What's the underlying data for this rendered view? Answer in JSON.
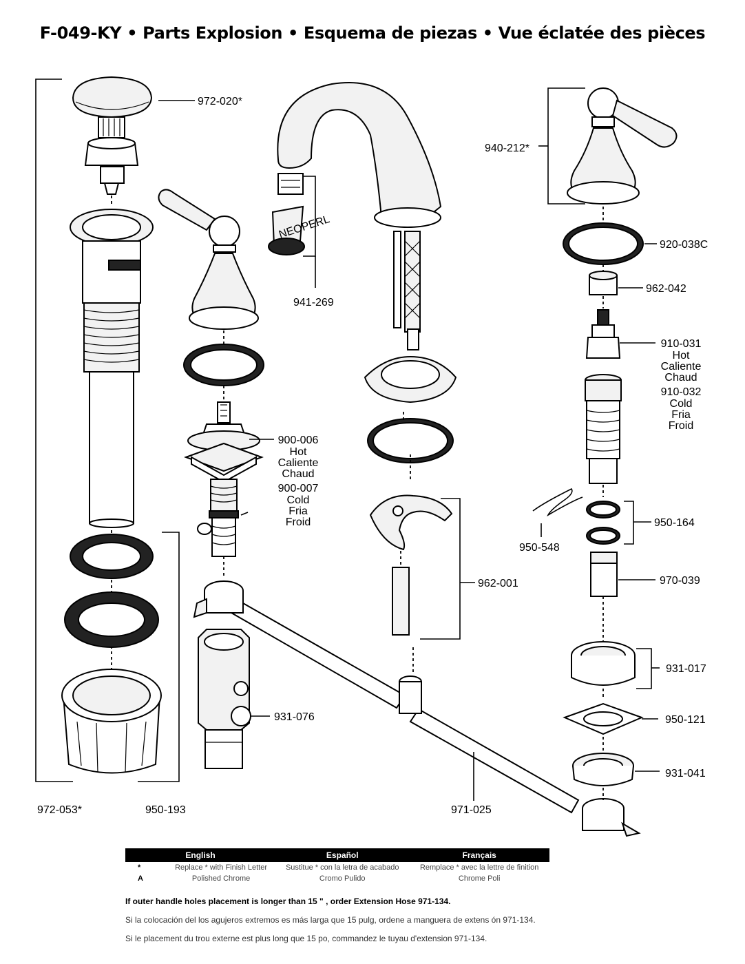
{
  "title": "F-049-KY • Parts Explosion • Esquema de piezas • Vue éclatée des pièces",
  "parts": {
    "p972_020": "972-020*",
    "p941_269": "941-269",
    "p940_212": "940-212*",
    "p920_038c": "920-038C",
    "p962_042": "962-042",
    "p910_031": "910-031",
    "hot": "Hot",
    "caliente": "Caliente",
    "chaud": "Chaud",
    "p910_032": "910-032",
    "cold": "Cold",
    "fria": "Fria",
    "froid": "Froid",
    "p900_006": "900-006",
    "p900_007": "900-007",
    "p950_164": "950-164",
    "p950_548": "950-548",
    "p962_001": "962-001",
    "p970_039": "970-039",
    "p931_017": "931-017",
    "p931_076": "931-076",
    "p950_121": "950-121",
    "p931_041": "931-041",
    "p972_053": "972-053*",
    "p950_193": "950-193",
    "p971_025": "971-025",
    "neoperl": "NEOPERL"
  },
  "legend": {
    "headers": [
      "English",
      "Español",
      "Français"
    ],
    "rows": [
      {
        "symbol": "*",
        "en": "Replace * with Finish Letter",
        "es": "Sustitue * con la letra de acabado",
        "fr": "Remplace * avec la lettre de finition"
      },
      {
        "symbol": "A",
        "en": "Polished Chrome",
        "es": "Cromo Pulido",
        "fr": "Chrome Poli"
      }
    ]
  },
  "notes": {
    "en": "If outer handle holes placement is longer than 15 \" , order Extension Hose  971-134.",
    "es": "Si la colocación del los agujeros extremos es más larga que 15 pulg, ordene  a manguera de extens ón 971-134.",
    "fr": "Si le placement du trou externe est plus long que 15 po, commandez le tuyau d'extension 971-134."
  }
}
